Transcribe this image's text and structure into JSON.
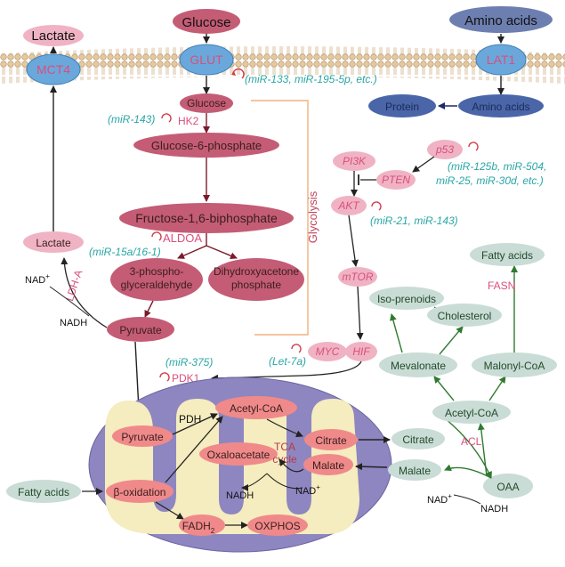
{
  "membrane": {
    "transporters": [
      {
        "id": "mct4",
        "label": "MCT4"
      },
      {
        "id": "glut",
        "label": "GLUT"
      },
      {
        "id": "lat1",
        "label": "LAT1"
      }
    ]
  },
  "outside": {
    "lactate": "Lactate",
    "glucose": "Glucose",
    "amino_acids": "Amino acids"
  },
  "glycolysis": {
    "label": "Glycolysis",
    "glucose": "Glucose",
    "g6p": "Glucose-6-phosphate",
    "f16bp": "Fructose-1,6-biphosphate",
    "g3p_line1": "3-phospho-",
    "g3p_line2": "glyceraldehyde",
    "dhap_line1": "Dihydroxyacetone",
    "dhap_line2": "phosphate",
    "pyruvate": "Pyruvate",
    "hk2": "HK2",
    "aldoa": "ALDOA",
    "mir_glut": "(miR-133, miR-195-5p, etc.)",
    "mir_hk2": "(miR-143)",
    "mir_aldoa": "(miR-15a/16-1)"
  },
  "lactate_branch": {
    "lactate": "Lactate",
    "ldha": "LDH-A",
    "nad_plus": "NAD",
    "nad_plus_sup": "+",
    "nadh": "NADH"
  },
  "amino": {
    "protein": "Protein",
    "amino_acids": "Amino acids"
  },
  "signaling": {
    "pi3k": "PI3K",
    "pten": "PTEN",
    "p53": "p53",
    "akt": "AKT",
    "mtor": "mTOR",
    "myc": "MYC",
    "hif": "HIF",
    "mir_p53_line1": "(miR-125b, miR-504,",
    "mir_p53_line2": "miR-25, miR-30d, etc.)",
    "mir_akt": "(miR-21, miR-143)",
    "mir_myc": "(Let-7a)"
  },
  "pdk": {
    "mir": "(miR-375)",
    "pdk1": "PDK1"
  },
  "mito": {
    "pyruvate": "Pyruvate",
    "pdh": "PDH",
    "acetyl_coa": "Acetyl-CoA",
    "citrate": "Citrate",
    "oxaloacetate": "Oxaloacetate",
    "malate": "Malate",
    "tca_line1": "TCA",
    "tca_line2": "cycle",
    "beta_ox": "β-oxidation",
    "fadh": "FADH",
    "fadh_sub": "2",
    "oxphos": "OXPHOS",
    "nadh": "NADH",
    "nad_plus": "NAD",
    "nad_plus_sup": "+"
  },
  "cytosol": {
    "citrate": "Citrate",
    "malate": "Malate",
    "oaa": "OAA",
    "acetyl_coa": "Acetyl-CoA",
    "acl": "ACL",
    "mevalonate": "Mevalonate",
    "malonyl_coa": "Malonyl-CoA",
    "iso_prenoids": "Iso-prenoids",
    "cholesterol": "Cholesterol",
    "fatty_acids_top": "Fatty acids",
    "fasn": "FASN",
    "fatty_acids_left": "Fatty acids",
    "nad_plus": "NAD",
    "nad_plus_sup": "+",
    "nadh": "NADH"
  },
  "colors": {
    "node_dark": "#c45c75",
    "node_mid": "#e8a9b6",
    "node_pink": "#f0b3c4",
    "node_salmon": "#f08a8a",
    "transporter": "#6aa8dc",
    "amino_outer": "#6d7fb0",
    "amino_node": "#4a66a8",
    "green_node": "#c9dcd6",
    "mito_outer": "#8e86c0",
    "mito_inner": "#f5ecbf",
    "membrane_head": "#e4c9a0",
    "mir_teal": "#2aa6a6",
    "inhibit_red": "#d23a4a",
    "arrow_dark": "#7a1a2a",
    "arrow_green": "#2f7a2f"
  }
}
